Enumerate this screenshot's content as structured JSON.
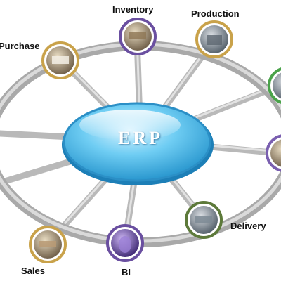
{
  "hub": {
    "label": "ERP",
    "color": "#5cc4ef"
  },
  "modules": [
    {
      "label": "Inventory",
      "ring": "#6a4fa0",
      "photo": "warehouse-icon"
    },
    {
      "label": "Production",
      "ring": "#c9a24a",
      "photo": "factory-icon"
    },
    {
      "label": "Purchase",
      "ring": "#c9a24a",
      "photo": "documents-icon"
    },
    {
      "label": "Delivery",
      "ring": "#5d7a3a",
      "photo": "truck-icon"
    },
    {
      "label": "Sales",
      "ring": "#c9a24a",
      "photo": "handshake-icon"
    },
    {
      "label": "BI",
      "ring": "#6a4fa0",
      "photo": "analytics-icon"
    },
    {
      "label": "",
      "ring": "#4aa34a",
      "photo": "module-photo-icon"
    },
    {
      "label": "",
      "ring": "#7a5fb0",
      "photo": "module-photo-icon"
    }
  ]
}
